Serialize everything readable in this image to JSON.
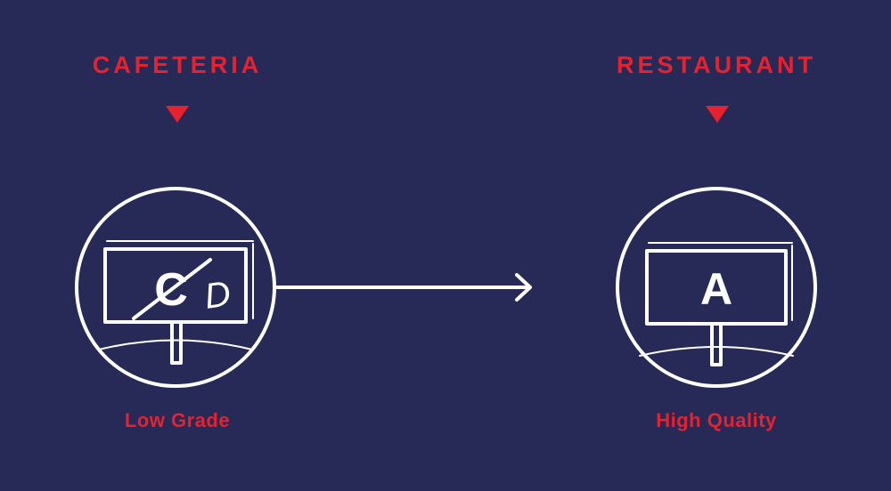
{
  "left": {
    "heading": "CAFETERIA",
    "caption": "Low Grade",
    "grade_old": "C",
    "grade_new": "D"
  },
  "right": {
    "heading": "RESTAURANT",
    "caption": "High Quality",
    "grade": "A"
  },
  "colors": {
    "background": "#272957",
    "accent": "#e8212e",
    "line": "#ffffff"
  },
  "icons": {
    "pointer": "down-triangle-icon",
    "sign": "grade-sign-icon",
    "transition": "right-arrow-icon"
  }
}
